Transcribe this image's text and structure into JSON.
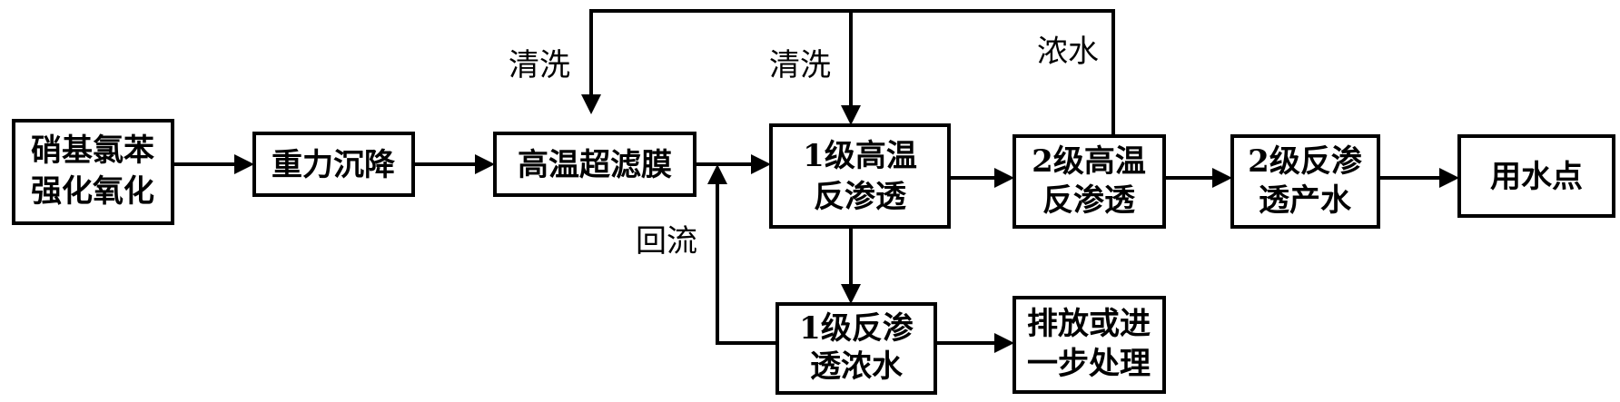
{
  "diagram": {
    "nodes": [
      {
        "id": "oxidation",
        "lines": [
          "硝基氯苯",
          "强化氧化"
        ]
      },
      {
        "id": "settling",
        "lines": [
          "重力沉降"
        ]
      },
      {
        "id": "uf",
        "lines": [
          "高温超滤膜"
        ]
      },
      {
        "id": "ro1",
        "lines": [
          "1级高温",
          "反渗透"
        ]
      },
      {
        "id": "ro2",
        "lines": [
          "2级高温",
          "反渗透"
        ]
      },
      {
        "id": "ro2-permeate",
        "lines": [
          "2级反渗",
          "透产水"
        ]
      },
      {
        "id": "use-point",
        "lines": [
          "用水点"
        ]
      },
      {
        "id": "ro1-concentrate",
        "lines": [
          "1级反渗",
          "透浓水"
        ]
      },
      {
        "id": "discharge",
        "lines": [
          "排放或进",
          "一步处理"
        ]
      }
    ],
    "labels": {
      "clean_uf": "清洗",
      "clean_ro1": "清洗",
      "concentrate": "浓水",
      "reflux": "回流"
    },
    "colors": {
      "stroke": "#000000",
      "background": "#ffffff"
    }
  }
}
